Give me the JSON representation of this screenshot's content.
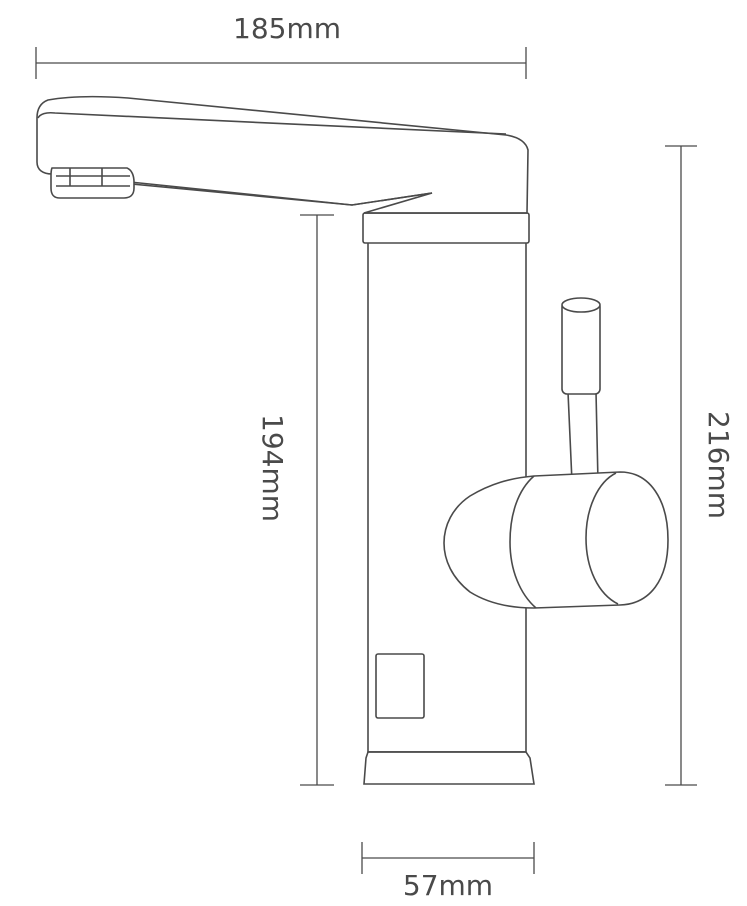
{
  "dimensions": {
    "width_top": "185mm",
    "height_body": "194mm",
    "height_total": "216mm",
    "width_base": "57mm"
  },
  "colors": {
    "line": "#4a4a4a",
    "background": "#ffffff"
  }
}
